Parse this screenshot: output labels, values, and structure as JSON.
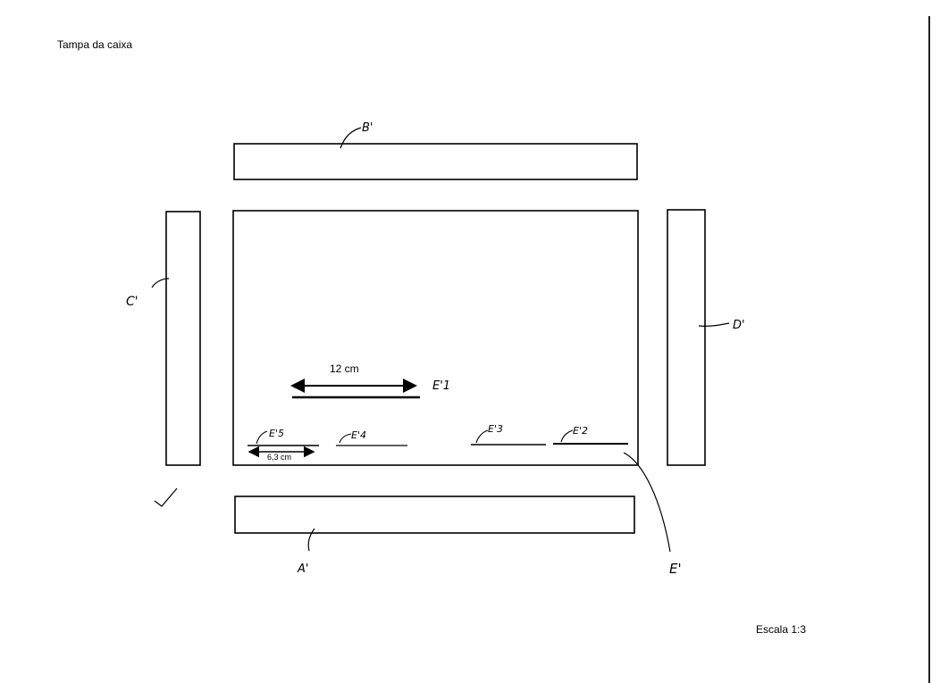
{
  "title": "Tampa da caixa",
  "scale": "Escala 1:3",
  "labels": {
    "b": "B'",
    "c": "C'",
    "d": "D'",
    "a": "A'",
    "e": "E'",
    "e1": "E'1",
    "e2": "E'2",
    "e3": "E'3",
    "e4": "E'4",
    "e5": "E'5"
  },
  "dimensions": {
    "long_strip": "12 cm",
    "short_strip": "6,3 cm"
  }
}
